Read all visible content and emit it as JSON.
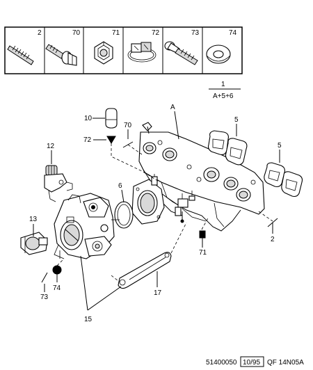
{
  "legend": {
    "cells": [
      {
        "num": "2",
        "icon": "stud-icon"
      },
      {
        "num": "70",
        "icon": "bolt-with-washer-icon"
      },
      {
        "num": "71",
        "icon": "hex-nut-icon"
      },
      {
        "num": "72",
        "icon": "hose-clamp-icon"
      },
      {
        "num": "73",
        "icon": "socket-screw-icon"
      },
      {
        "num": "74",
        "icon": "washer-icon"
      }
    ]
  },
  "assembly": {
    "num": "1",
    "formula": "A+5+6"
  },
  "callouts": {
    "a": "A",
    "n10": "10",
    "n70": "70",
    "n72": "72",
    "n12": "12",
    "n6": "6",
    "n5a": "5",
    "n5b": "5",
    "n13": "13",
    "n2": "2",
    "n71": "71",
    "n74": "74",
    "n73": "73",
    "n17": "17",
    "n15": "15"
  },
  "footer": {
    "ref": "51400050",
    "date": "10/95",
    "code": "QF 14N05A"
  }
}
